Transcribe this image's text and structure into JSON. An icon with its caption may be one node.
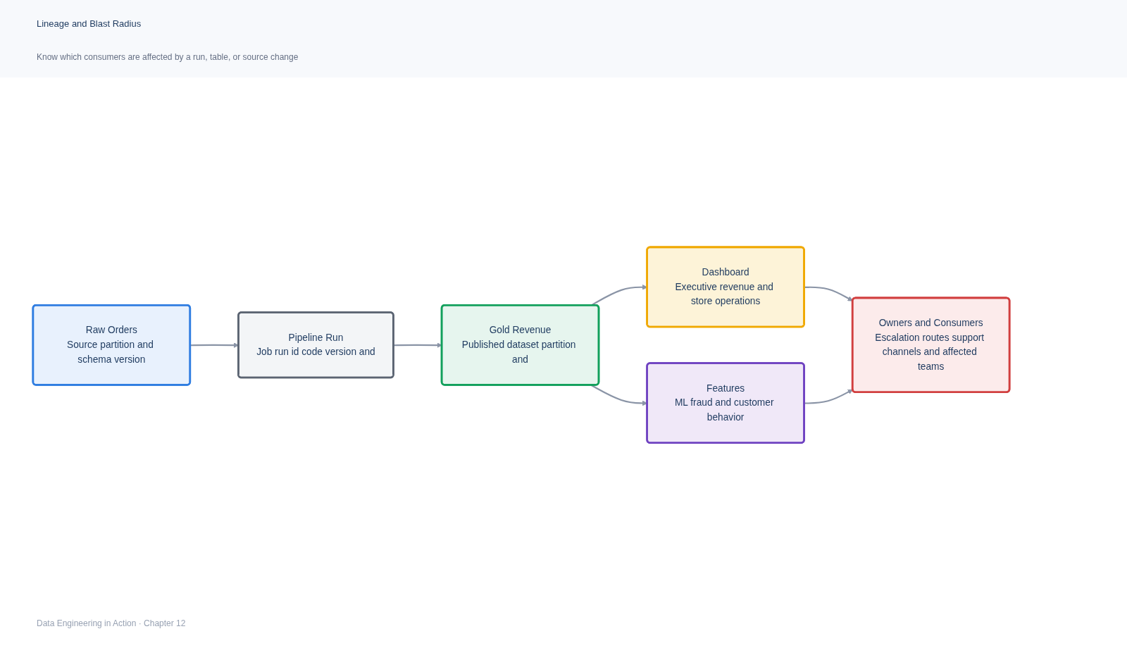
{
  "diagram": {
    "title": "Lineage and Blast Radius",
    "caption": "Data Engineering in Action · Chapter 12",
    "labels": [
      "Know which consumers are affected by a run, table, or source change"
    ],
    "nodes": [
      {
        "text": [
          "Raw Orders",
          "Source partition and schema version"
        ]
      },
      {
        "text": [
          "Pipeline Run",
          "Job run id code version and"
        ]
      },
      {
        "text": [
          "Gold Revenue",
          "Published dataset partition and"
        ]
      },
      {
        "text": [
          "Dashboard",
          "Executive revenue and store operations"
        ]
      },
      {
        "text": [
          "Features",
          "ML fraud and customer behavior"
        ]
      },
      {
        "text": [
          "Owners and Consumers",
          "Escalation routes support channels and affected teams"
        ]
      }
    ],
    "edges": [
      {
        "from": 0,
        "to": 1,
        "arrow": "to"
      },
      {
        "from": 1,
        "to": 2,
        "arrow": "to"
      },
      {
        "from": 2,
        "to": 3,
        "arrow": "to"
      },
      {
        "from": 2,
        "to": 4,
        "arrow": "to"
      },
      {
        "from": 3,
        "to": 5,
        "arrow": "to"
      },
      {
        "from": 4,
        "to": 5,
        "arrow": "to"
      }
    ]
  }
}
